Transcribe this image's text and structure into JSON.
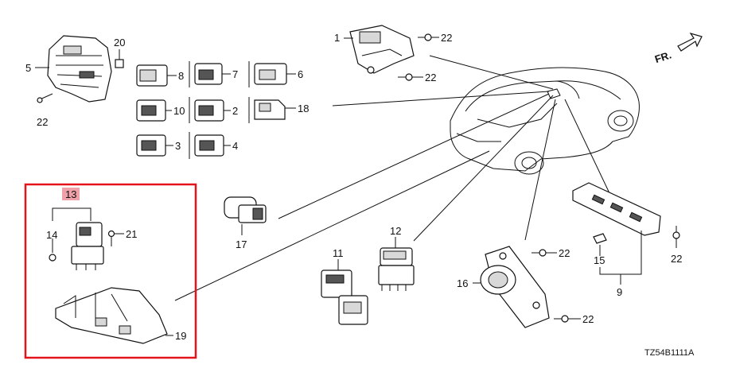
{
  "labels": {
    "p1": "1",
    "p2": "2",
    "p3": "3",
    "p4": "4",
    "p5": "5",
    "p6": "6",
    "p7": "7",
    "p8": "8",
    "p9": "9",
    "p10": "10",
    "p11": "11",
    "p12": "12",
    "p13": "13",
    "p14": "14",
    "p15": "15",
    "p16": "16",
    "p17": "17",
    "p18": "18",
    "p19": "19",
    "p20": "20",
    "p21": "21",
    "p22": "22"
  },
  "direction_label": "FR.",
  "diagram_code": "TZ54B1111A",
  "colors": {
    "highlight_box": "#e3141b",
    "callout_13_bg": "#f0a0a8"
  }
}
